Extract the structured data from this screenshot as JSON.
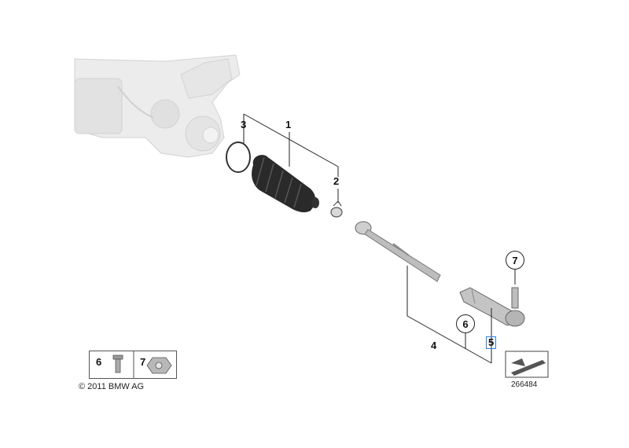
{
  "callouts": {
    "c1": "1",
    "c2": "2",
    "c3": "3",
    "c4": "4",
    "c5": "5",
    "c6": "6",
    "c7": "7"
  },
  "legend": {
    "bolt_number": "6",
    "nut_number": "7"
  },
  "footer": {
    "copyright": "© 2011 BMW AG",
    "diagram_number": "266484"
  },
  "colors": {
    "line": "#222222",
    "ghost_part": "#e6e6e6",
    "selection": "#2a7de1"
  }
}
